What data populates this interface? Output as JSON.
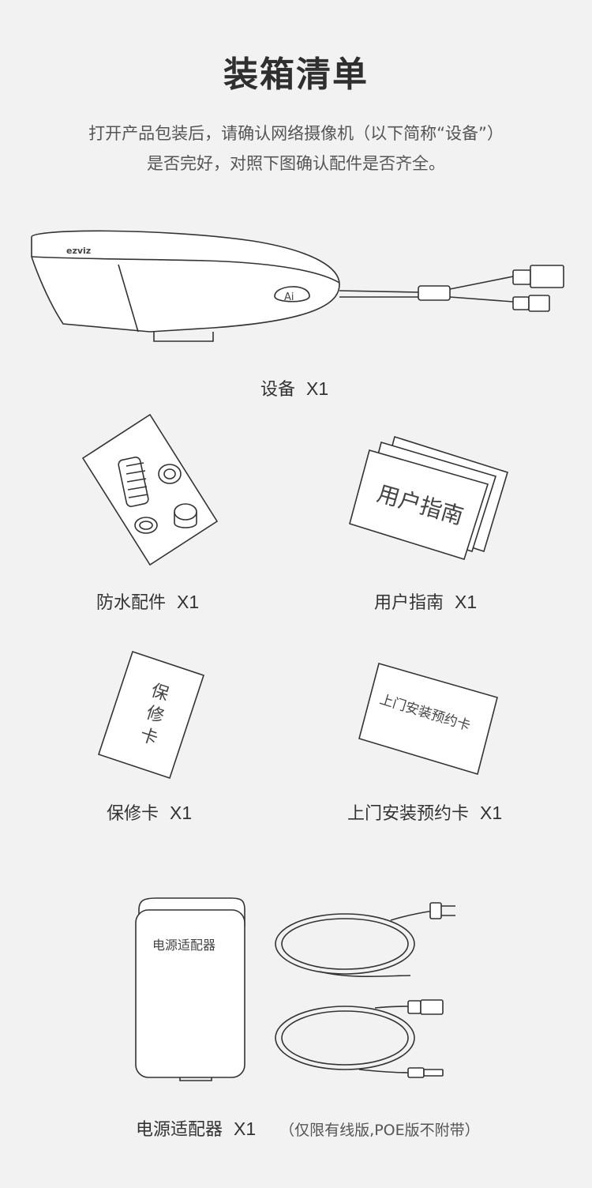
{
  "title": "装箱清单",
  "intro": {
    "line1": "打开产品包装后，请确认网络摄像机（以下简称“设备”）",
    "line2": "是否完好，对照下图确认配件是否齐全。"
  },
  "items": {
    "device": {
      "name": "设备",
      "qty": "X1",
      "brand": "ezviz",
      "badge": "Ai"
    },
    "waterproof": {
      "name": "防水配件",
      "qty": "X1"
    },
    "guide": {
      "name": "用户指南",
      "qty": "X1",
      "cover_text": "用户指南"
    },
    "warranty": {
      "name": "保修卡",
      "qty": "X1",
      "cover_text": "保修卡"
    },
    "appointment": {
      "name": "上门安装预约卡",
      "qty": "X1",
      "cover_text": "上门安装预约卡"
    },
    "adapter": {
      "name": "电源适配器",
      "qty": "X1",
      "label_text": "电源适配器",
      "note": "（仅限有线版,POE版不附带）"
    }
  }
}
